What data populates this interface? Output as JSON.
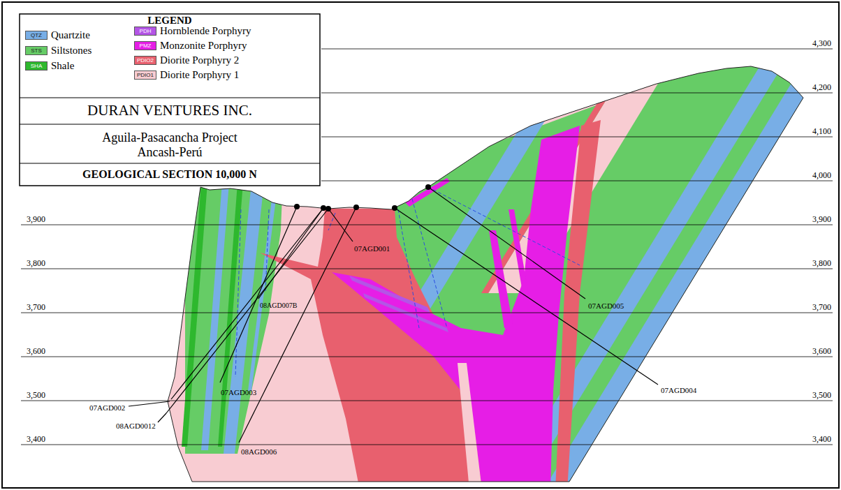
{
  "diagram": {
    "title": "GEOLOGICAL SECTION 10,000 N",
    "labels": [
      "LEGEND",
      "QTZ",
      "STS",
      "SHA",
      "PDH",
      "PMZ",
      "PDIO2",
      "PDIO1",
      "DURAN VENTURES INC.",
      "Aguila-Pasacancha Project",
      "Ancash-Perú",
      "4,300",
      "4,200",
      "4,100",
      "4,000",
      "3,900",
      "3,900",
      "3,800",
      "3,800",
      "3,700",
      "3,700",
      "3,600",
      "3,600",
      "3,500",
      "3,500",
      "3,400",
      "3,400",
      "07AGD001",
      "08AGD007B",
      "07AGD005",
      "07AGD003",
      "07AGD002",
      "08AGD0012",
      "08AGD006",
      "07AGD004"
    ],
    "legend": [
      {
        "text": "Quartzite",
        "color": "#78aee6"
      },
      {
        "text": "Siltstones",
        "color": "#66cc66"
      },
      {
        "text": "Shale",
        "color": "#2eb82e"
      },
      {
        "text": "Hornblende Porphyry",
        "color": "#b455e6"
      },
      {
        "text": "Monzonite Porphyry",
        "color": "#e61ee6"
      },
      {
        "text": "Diorite Porphyry 2",
        "color": "#e8606e"
      },
      {
        "text": "Diorite Porphyry 1",
        "color": "#f8ccd2"
      }
    ]
  }
}
